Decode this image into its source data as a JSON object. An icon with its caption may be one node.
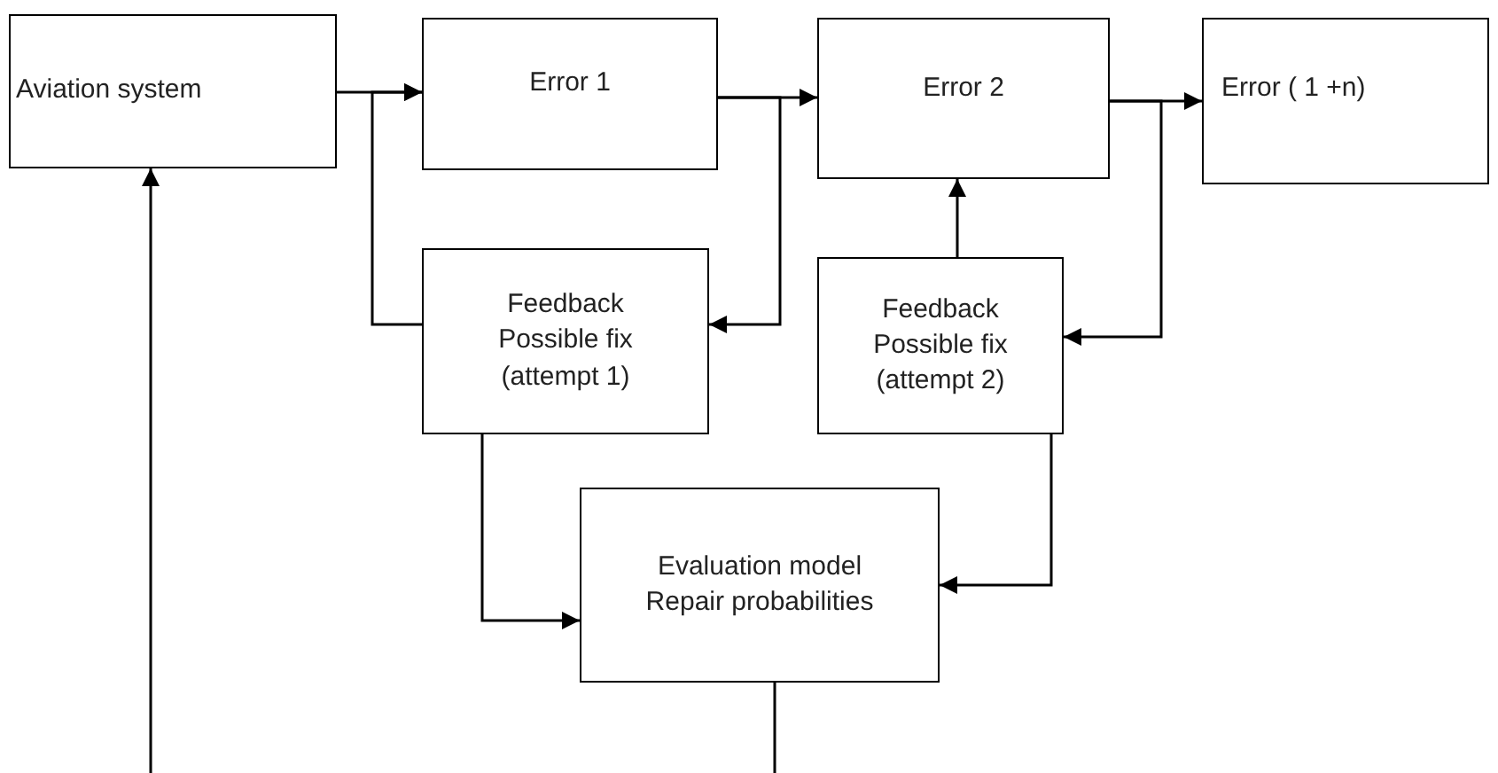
{
  "diagram": {
    "nodes": [
      {
        "text": [
          "Aviation system"
        ]
      },
      {
        "text": [
          "Error 1"
        ]
      },
      {
        "text": [
          "Error 2"
        ]
      },
      {
        "text": [
          "Error ( 1 +n)"
        ]
      },
      {
        "text": [
          "Feedback Possible fix (attempt 1)"
        ]
      },
      {
        "text": [
          "Feedback Possible fix (attempt 2)"
        ]
      },
      {
        "text": [
          "Evaluation model Repair probabilities"
        ]
      }
    ],
    "edges": [
      {
        "from": 0,
        "to": 1,
        "arrow": "to"
      },
      {
        "from": 4,
        "to": 1,
        "arrow": "to"
      },
      {
        "from": 1,
        "to": 2,
        "arrow": "to"
      },
      {
        "from": 1,
        "to": 4,
        "arrow": "to"
      },
      {
        "from": 2,
        "to": 3,
        "arrow": "to"
      },
      {
        "from": 2,
        "to": 5,
        "arrow": "to"
      },
      {
        "from": 5,
        "to": 2,
        "arrow": "to"
      },
      {
        "from": 4,
        "to": 6,
        "arrow": "to"
      },
      {
        "from": 5,
        "to": 6,
        "arrow": "to"
      },
      {
        "from": 6,
        "to": null,
        "arrow": "none"
      },
      {
        "from": null,
        "to": 0,
        "arrow": "to"
      }
    ]
  }
}
